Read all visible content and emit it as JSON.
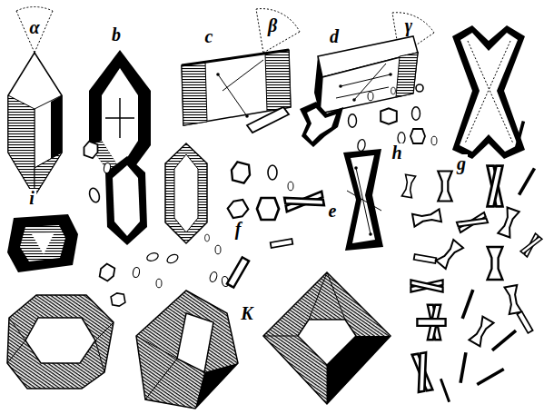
{
  "diagram": {
    "labels": [
      "α",
      "b",
      "c",
      "β",
      "d",
      "γ",
      "h",
      "e",
      "f",
      "g",
      "i",
      "K"
    ]
  }
}
